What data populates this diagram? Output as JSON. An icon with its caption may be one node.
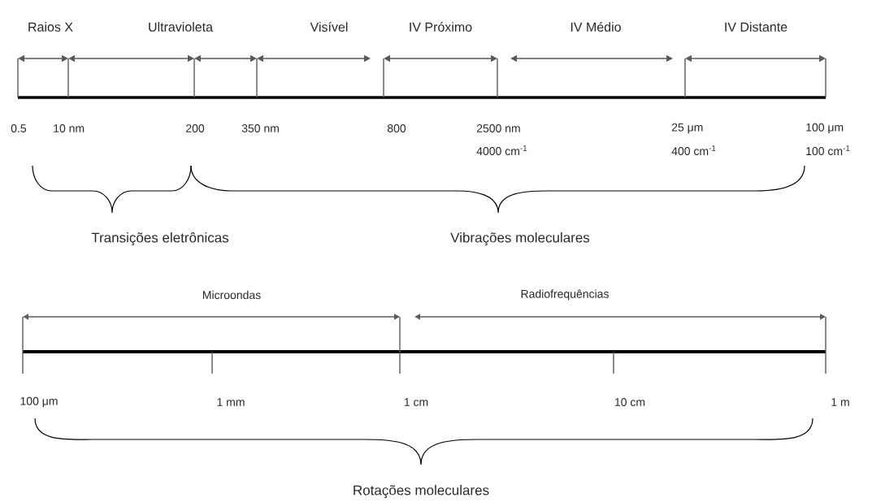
{
  "diagram": {
    "labels": [
      "Raios X",
      "Ultravioleta",
      "Visível",
      "IV Próximo",
      "IV Médio",
      "IV Distante",
      "0.5",
      "10 nm",
      "200",
      "350 nm",
      "800",
      "2500 nm",
      "4000 cm$^{-1}$",
      "25 μm",
      "400 cm$^{-1}$",
      "100 μm",
      "100 cm$^{-1}$",
      "Transições eletrônicas",
      "Vibrações moleculares",
      "Microondas",
      "Radiofrequências",
      "100 μm",
      "1 mm",
      "1 cm",
      "10 cm",
      "1 m",
      "Rotações moleculares"
    ]
  }
}
